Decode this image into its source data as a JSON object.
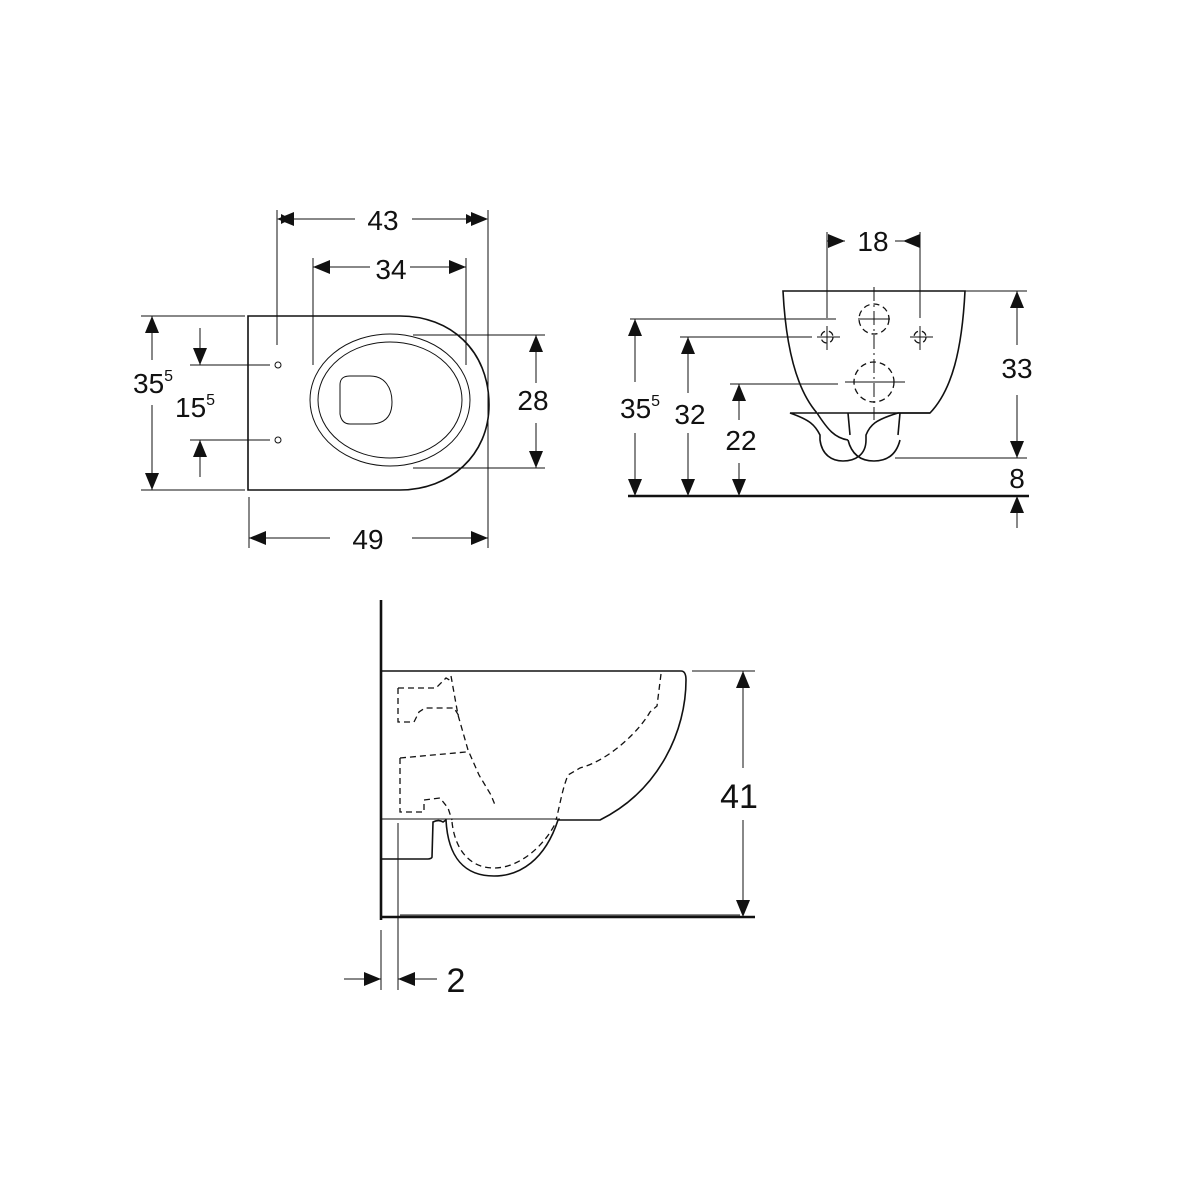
{
  "drawing": {
    "title": "Wall-hung WC dimensional drawing",
    "units": "cm",
    "top_view": {
      "dims": {
        "overall_width": "43",
        "inner_width": "34",
        "overall_length": "49",
        "bowl_opening": "28",
        "overall_depth": {
          "main": "35",
          "sup": "5"
        },
        "fixing_spacing": {
          "main": "15",
          "sup": "5"
        }
      }
    },
    "front_view": {
      "dims": {
        "fixing_spacing": "18",
        "height_top_to_outlet": "33",
        "outlet_clearance": "8",
        "overall_fixing_height": {
          "main": "35",
          "sup": "5"
        },
        "fixing_height": "32",
        "outlet_height": "22"
      }
    },
    "side_view": {
      "dims": {
        "overall_height": "41",
        "wall_gap": "2"
      }
    }
  }
}
